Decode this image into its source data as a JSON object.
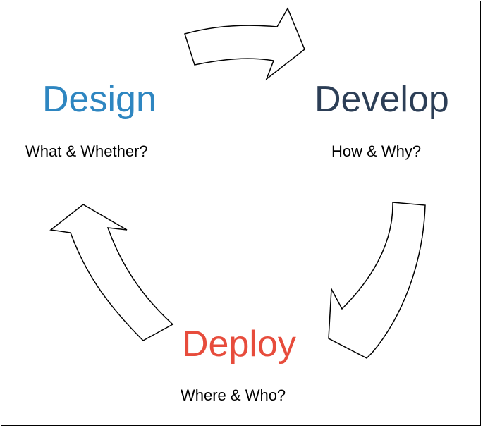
{
  "stages": {
    "design": {
      "title": "Design",
      "question": "What & Whether?",
      "color": "#2e86c1"
    },
    "develop": {
      "title": "Develop",
      "question": "How & Why?",
      "color": "#2c3e56"
    },
    "deploy": {
      "title": "Deploy",
      "question": "Where & Who?",
      "color": "#e74c3c"
    }
  },
  "arrows": {
    "fill": "#ffffff",
    "stroke": "#000000",
    "flow": [
      "design",
      "develop",
      "deploy",
      "design"
    ]
  }
}
